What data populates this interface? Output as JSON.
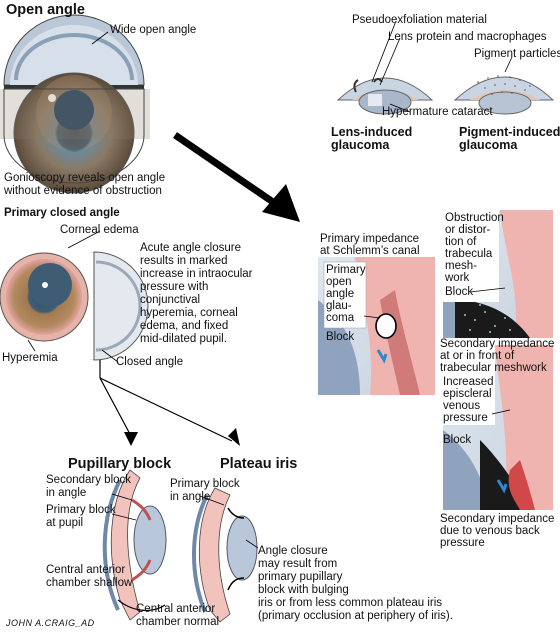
{
  "open_angle": {
    "title": "Open angle",
    "wide_label": "Wide open angle",
    "caption_1": "Gonioscopy reveals open angle",
    "caption_2": "without evidence of obstruction"
  },
  "closed_angle": {
    "title": "Primary closed angle",
    "corneal_edema": "Corneal edema",
    "hyperemia": "Hyperemia",
    "closed_label": "Closed angle",
    "desc": [
      "Acute angle closure",
      "results in marked",
      "increase in intraocular",
      "pressure with",
      "conjunctival",
      "hyperemia, corneal",
      "edema, and fixed",
      "mid-dilated pupil."
    ]
  },
  "lens_pigment": {
    "pseudoexfoliation": "Pseudoexfoliation material",
    "lens_protein": "Lens protein and macrophages",
    "pigment_particles": "Pigment particles",
    "hypermature": "Hypermature cataract",
    "lens_induced_1": "Lens-induced",
    "lens_induced_2": "glaucoma",
    "pigment_induced_1": "Pigment-induced",
    "pigment_induced_2": "glaucoma"
  },
  "schlemm": {
    "primary_impedance_1": "Primary impedance",
    "primary_impedance_2": "at Schlemm’s canal",
    "inset_lines": [
      "Primary",
      "open",
      "angle",
      "glau-",
      "coma"
    ],
    "block": "Block"
  },
  "trabecular": {
    "lines": [
      "Obstruction",
      "or distor-",
      "tion of",
      "trabecula",
      "mesh-",
      "work"
    ],
    "block": "Block",
    "caption": [
      "Secondary impedance",
      "at or in front of",
      "trabecular meshwork"
    ]
  },
  "venous": {
    "lines": [
      "Increased",
      "episcleral",
      "venous",
      "pressure"
    ],
    "block": "Block",
    "caption": [
      "Secondary impedance",
      "due to venous back",
      "pressure"
    ]
  },
  "pupillary_block": {
    "title": "Pupillary block",
    "secondary_1": "Secondary block",
    "secondary_2": "in angle",
    "primary_1": "Primary block",
    "primary_2": "at pupil",
    "central_1": "Central anterior",
    "central_2": "chamber shallow"
  },
  "plateau_iris": {
    "title": "Plateau iris",
    "primary_1": "Primary block",
    "primary_2": "in angle",
    "central_1": "Central anterior",
    "central_2": "chamber normal",
    "desc": [
      "Angle closure",
      "may result from",
      "primary pupillary",
      "block with bulging",
      "iris or from less common plateau iris",
      "(primary occlusion at periphery of iris)."
    ]
  },
  "signature": "JOHN A.CRAIG_AD"
}
